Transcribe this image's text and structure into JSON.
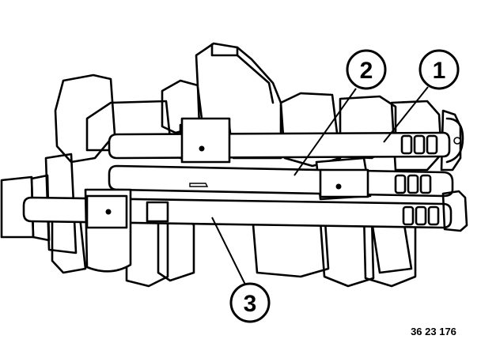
{
  "diagram": {
    "callouts": [
      {
        "label": "1"
      },
      {
        "label": "2"
      },
      {
        "label": "3"
      }
    ],
    "figure_code": "36 23 176"
  }
}
